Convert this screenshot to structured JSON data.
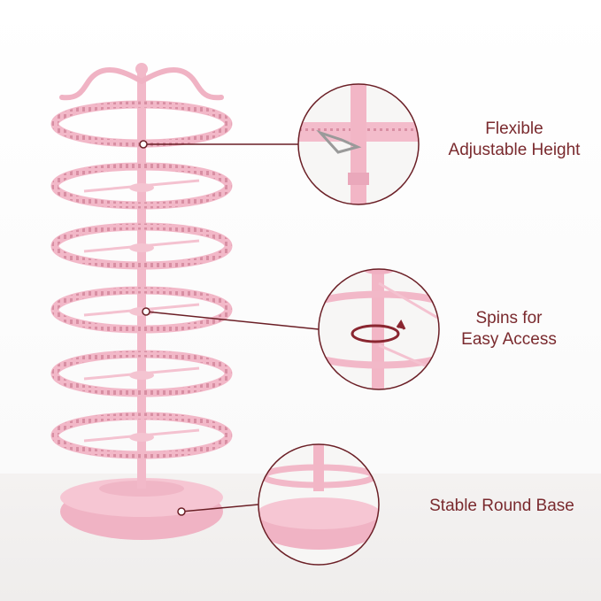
{
  "callouts": [
    {
      "line1": "Flexible",
      "line2": "Adjustable Height"
    },
    {
      "line1": "Spins for",
      "line2": "Easy Access"
    },
    {
      "line1": "Stable Round Base",
      "line2": ""
    }
  ],
  "colors": {
    "rack_pink": "#f3bccb",
    "rack_shade": "#e7a6b8",
    "callout_stroke": "#6b1f26",
    "text": "#7a2a2e"
  }
}
